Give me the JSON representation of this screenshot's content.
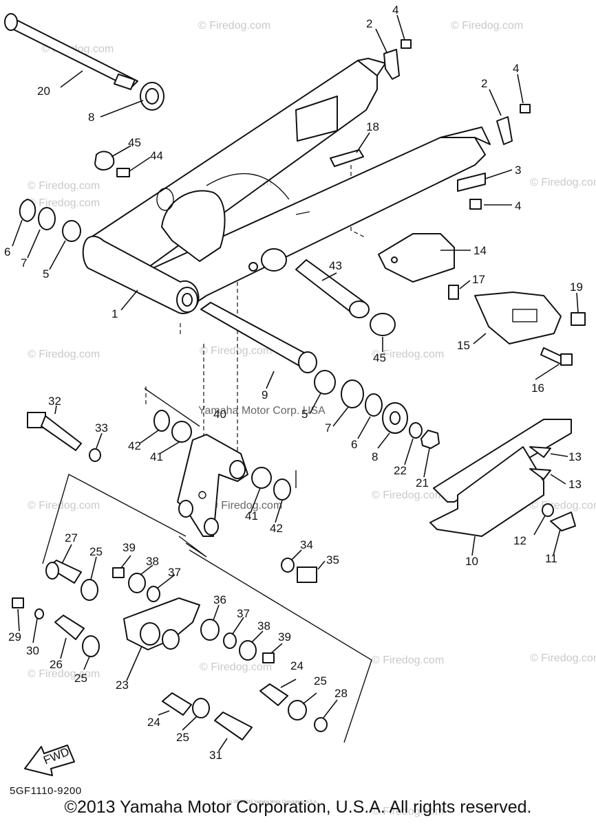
{
  "diagram": {
    "title": "Rear Arm / Suspension Parts Diagram",
    "code": "5GF1110-9200",
    "copyright": "©2013 Yamaha Motor Corporation, U.S.A. All rights reserved.",
    "fwd_label": "FWD",
    "watermark": "© Firedog.com",
    "center_watermark": "Yamaha Motor Corp. USA",
    "center_watermark_2": "© Firedog.com",
    "tiny_notice": "(c) 2009-2015 Yamaha Motor Corporation, U.S.A."
  },
  "callouts": [
    {
      "id": "c20",
      "label": "20"
    },
    {
      "id": "c8a",
      "label": "8"
    },
    {
      "id": "c2a",
      "label": "2"
    },
    {
      "id": "c4a",
      "label": "4"
    },
    {
      "id": "c2b",
      "label": "2"
    },
    {
      "id": "c4b",
      "label": "4"
    },
    {
      "id": "c18",
      "label": "18"
    },
    {
      "id": "c45a",
      "label": "45"
    },
    {
      "id": "c44",
      "label": "44"
    },
    {
      "id": "c3",
      "label": "3"
    },
    {
      "id": "c4c",
      "label": "4"
    },
    {
      "id": "c6a",
      "label": "6"
    },
    {
      "id": "c7a",
      "label": "7"
    },
    {
      "id": "c5a",
      "label": "5"
    },
    {
      "id": "c14",
      "label": "14"
    },
    {
      "id": "c43",
      "label": "43"
    },
    {
      "id": "c17",
      "label": "17"
    },
    {
      "id": "c19",
      "label": "19"
    },
    {
      "id": "c1",
      "label": "1"
    },
    {
      "id": "c45b",
      "label": "45"
    },
    {
      "id": "c15",
      "label": "15"
    },
    {
      "id": "c16",
      "label": "16"
    },
    {
      "id": "c9",
      "label": "9"
    },
    {
      "id": "c32",
      "label": "32"
    },
    {
      "id": "c40",
      "label": "40"
    },
    {
      "id": "c5b",
      "label": "5"
    },
    {
      "id": "c7b",
      "label": "7"
    },
    {
      "id": "c33",
      "label": "33"
    },
    {
      "id": "c6b",
      "label": "6"
    },
    {
      "id": "c8b",
      "label": "8"
    },
    {
      "id": "c42a",
      "label": "42"
    },
    {
      "id": "c41a",
      "label": "41"
    },
    {
      "id": "c22",
      "label": "22"
    },
    {
      "id": "c21",
      "label": "21"
    },
    {
      "id": "c13a",
      "label": "13"
    },
    {
      "id": "c13b",
      "label": "13"
    },
    {
      "id": "c41b",
      "label": "41"
    },
    {
      "id": "c42b",
      "label": "42"
    },
    {
      "id": "c27",
      "label": "27"
    },
    {
      "id": "c25a",
      "label": "25"
    },
    {
      "id": "c39a",
      "label": "39"
    },
    {
      "id": "c38a",
      "label": "38"
    },
    {
      "id": "c37a",
      "label": "37"
    },
    {
      "id": "c34",
      "label": "34"
    },
    {
      "id": "c35",
      "label": "35"
    },
    {
      "id": "c12",
      "label": "12"
    },
    {
      "id": "c11",
      "label": "11"
    },
    {
      "id": "c10",
      "label": "10"
    },
    {
      "id": "c29",
      "label": "29"
    },
    {
      "id": "c30",
      "label": "30"
    },
    {
      "id": "c26",
      "label": "26"
    },
    {
      "id": "c25b",
      "label": "25"
    },
    {
      "id": "c36",
      "label": "36"
    },
    {
      "id": "c37b",
      "label": "37"
    },
    {
      "id": "c38b",
      "label": "38"
    },
    {
      "id": "c39b",
      "label": "39"
    },
    {
      "id": "c23",
      "label": "23"
    },
    {
      "id": "c24a",
      "label": "24"
    },
    {
      "id": "c25c",
      "label": "25"
    },
    {
      "id": "c28",
      "label": "28"
    },
    {
      "id": "c24b",
      "label": "24"
    },
    {
      "id": "c25d",
      "label": "25"
    },
    {
      "id": "c31",
      "label": "31"
    }
  ]
}
